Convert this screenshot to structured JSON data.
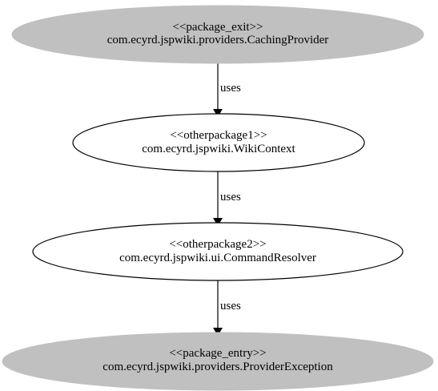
{
  "colors": {
    "package_fill": "#c0c0c0",
    "default_fill": "#ffffff",
    "stroke": "#000000",
    "text": "#000000"
  },
  "nodes": [
    {
      "id": "caching-provider",
      "stereotype": "<<package_exit>>",
      "name": "com.ecyrd.jspwiki.providers.CachingProvider",
      "style": "filled-gray"
    },
    {
      "id": "wiki-context",
      "stereotype": "<<otherpackage1>>",
      "name": "com.ecyrd.jspwiki.WikiContext",
      "style": "outline"
    },
    {
      "id": "command-resolver",
      "stereotype": "<<otherpackage2>>",
      "name": "com.ecyrd.jspwiki.ui.CommandResolver",
      "style": "outline"
    },
    {
      "id": "provider-exception",
      "stereotype": "<<package_entry>>",
      "name": "com.ecyrd.jspwiki.providers.ProviderException",
      "style": "filled-gray"
    }
  ],
  "edges": [
    {
      "from": "caching-provider",
      "to": "wiki-context",
      "label": "uses"
    },
    {
      "from": "wiki-context",
      "to": "command-resolver",
      "label": "uses"
    },
    {
      "from": "command-resolver",
      "to": "provider-exception",
      "label": "uses"
    }
  ]
}
